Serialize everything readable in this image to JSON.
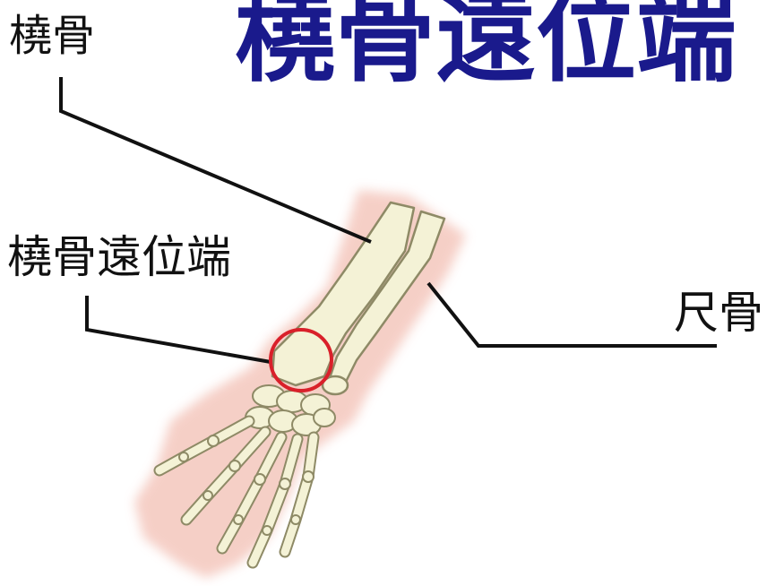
{
  "title": "橈骨遠位端",
  "labels": {
    "radius": "橈骨",
    "distal_radius": "橈骨遠位端",
    "ulna": "尺骨"
  },
  "colors": {
    "title": "#1a1a8c",
    "skin": "#f4c7bd",
    "bone": "#f4f2d6",
    "bone_outline": "#8e8a66",
    "highlight_circle": "#d9202a",
    "leader_line": "#111111"
  }
}
